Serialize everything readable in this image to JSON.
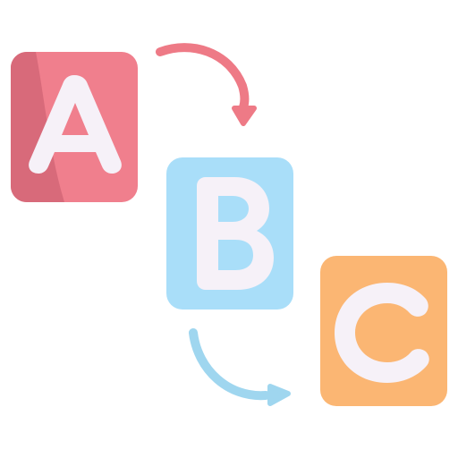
{
  "tiles": [
    {
      "letter": "A",
      "fill": "#f07f8d",
      "shade": "#d86a7a",
      "letter_color": "#f6f1f8"
    },
    {
      "letter": "B",
      "fill": "#a9def9",
      "letter_color": "#f6f1f8"
    },
    {
      "letter": "C",
      "fill": "#fbb673",
      "letter_color": "#f6f1f8"
    }
  ],
  "arrows": [
    {
      "icon": "arrow-a-to-b-icon",
      "color": "#ee7a86"
    },
    {
      "icon": "arrow-b-to-c-icon",
      "color": "#9fd6ef"
    }
  ]
}
